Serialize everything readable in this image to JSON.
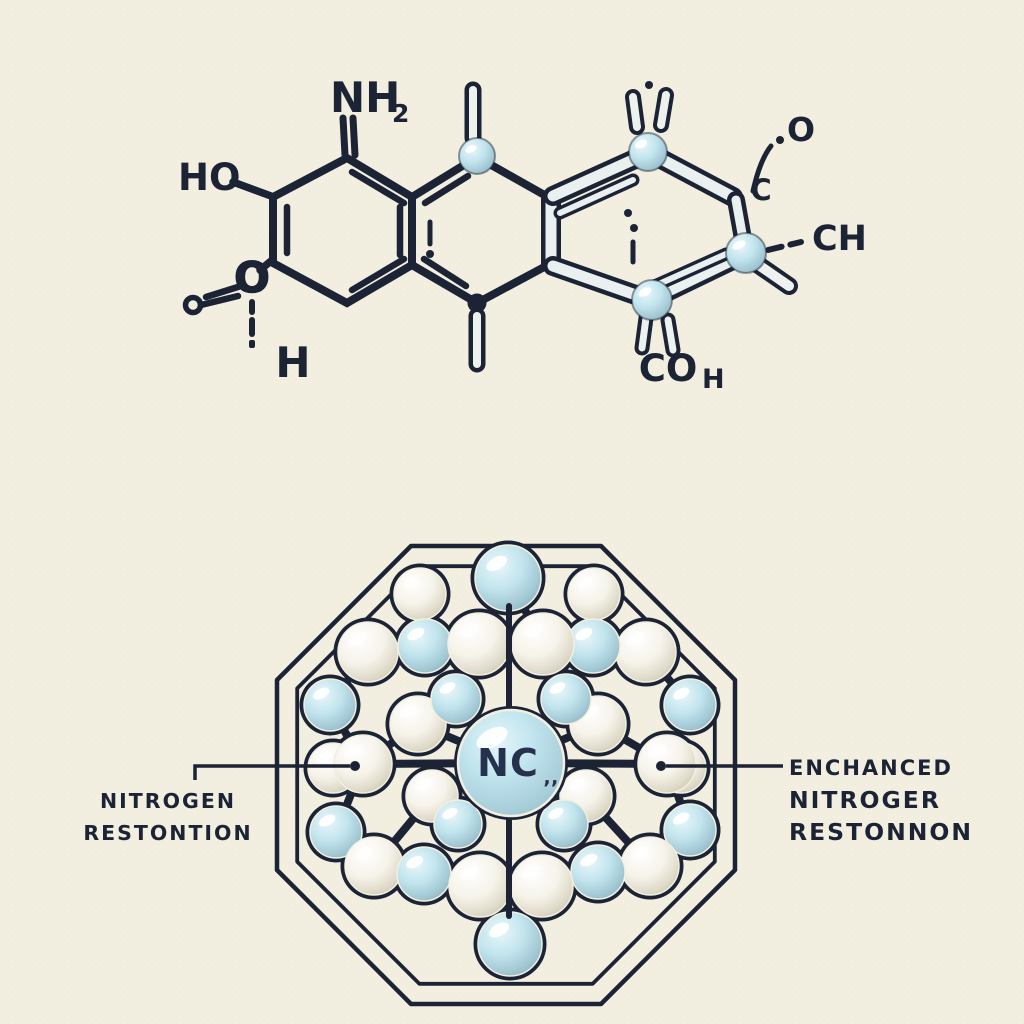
{
  "illustration": {
    "background": "#f2efe1",
    "ink": "#1b2335",
    "atom_blue": "#bfe3ec",
    "atom_white": "#f4f1e6"
  },
  "molecule": {
    "amine": "NH",
    "amine_sub": "2",
    "hydroxyl": "HO",
    "ether_oxygen": "O",
    "hydrogen": "H",
    "carbonyl_carbon": "C",
    "carbonyl_oxygen": "O",
    "methine": "CH",
    "acid_group": "CO",
    "acid_hydrogen": "H"
  },
  "cluster": {
    "center": "NC",
    "center_mark": "‚‚",
    "left_caption": {
      "line1": "NITROGEN",
      "line2": "RESTONTION"
    },
    "right_caption": {
      "line1": "ENCHANCED",
      "line2": "NITROGER",
      "line3": "RESTONNON"
    }
  }
}
